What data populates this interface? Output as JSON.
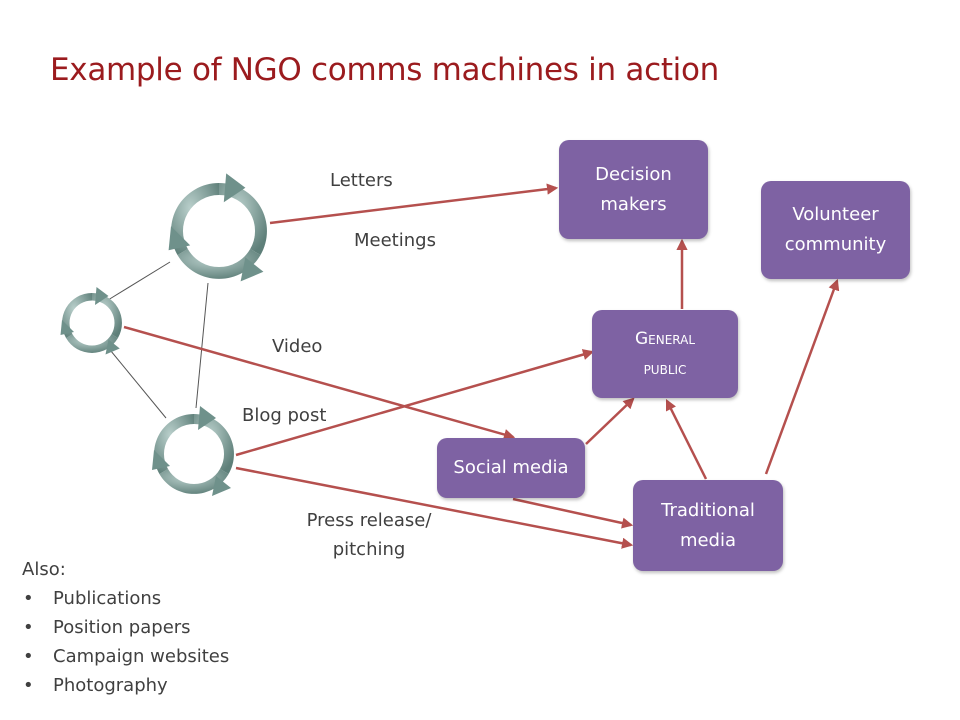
{
  "title": "Example of NGO comms machines in action",
  "nodes": {
    "decision_makers": [
      "Decision",
      "makers"
    ],
    "volunteer_community": [
      "Volunteer",
      "community"
    ],
    "general_public": [
      "General",
      "public"
    ],
    "social_media": "Social media",
    "traditional_media": [
      "Traditional",
      "media"
    ]
  },
  "edge_labels": {
    "letters": "Letters",
    "meetings": "Meetings",
    "video": "Video",
    "blog_post": "Blog post",
    "press_release": [
      "Press release/",
      "pitching"
    ]
  },
  "also": {
    "heading": "Also:",
    "items": [
      "Publications",
      "Position papers",
      "Campaign websites",
      "Photography"
    ]
  },
  "colors": {
    "title": "#9b1b1e",
    "node_fill": "#7e62a3",
    "arrow": "#b5504e",
    "cycle_icon": "#7a9893",
    "connector": "#555555"
  },
  "icons": [
    "cycle-arrows-icon-large",
    "cycle-arrows-icon-small",
    "cycle-arrows-icon-medium"
  ]
}
